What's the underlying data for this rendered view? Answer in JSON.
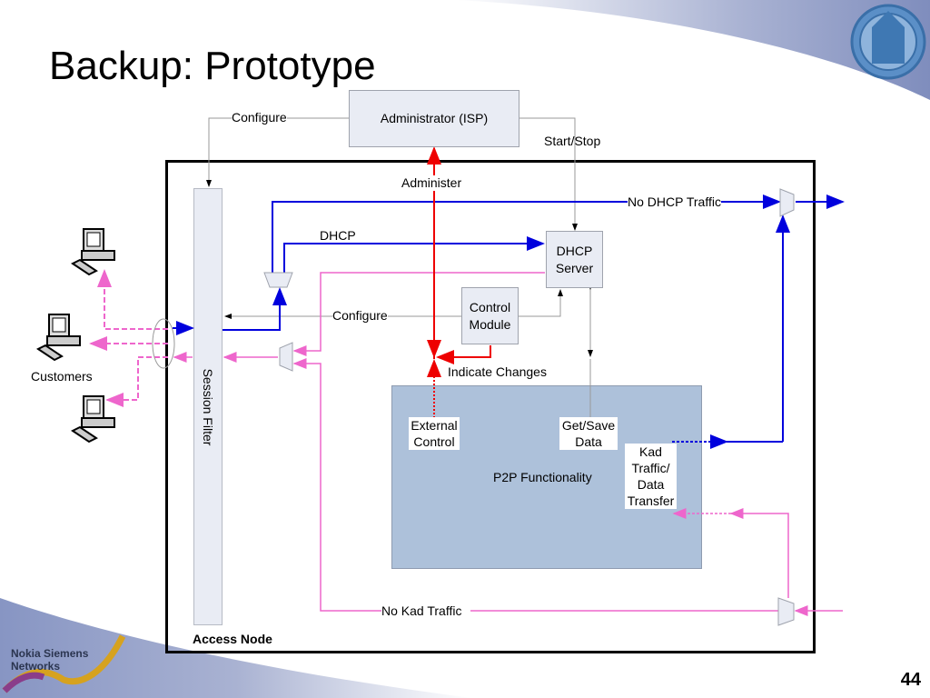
{
  "slide": {
    "title": "Backup: Prototype",
    "slide_number": "44",
    "branding": {
      "company_logo_text_line1": "Nokia Siemens",
      "company_logo_text_line2": "Networks",
      "seal_icon": "university-seal-icon",
      "accent_color": "#8a98c4"
    }
  },
  "diagram": {
    "container_label": "Access Node",
    "nodes": {
      "administrator": "Administrator (ISP)",
      "session_filter": "Session Filter",
      "dhcp_server_line1": "DHCP",
      "dhcp_server_line2": "Server",
      "control_module_line1": "Control",
      "control_module_line2": "Module",
      "p2p": "P2P Functionality",
      "external_control_line1": "External",
      "external_control_line2": "Control",
      "get_save_line1": "Get/Save",
      "get_save_line2": "Data",
      "kad_line1": "Kad",
      "kad_line2": "Traffic/",
      "kad_line3": "Data",
      "kad_line4": "Transfer",
      "customers": "Customers"
    },
    "edge_labels": {
      "configure_top": "Configure",
      "start_stop": "Start/Stop",
      "administer": "Administer",
      "no_dhcp_traffic": "No DHCP Traffic",
      "dhcp": "DHCP",
      "configure_mid": "Configure",
      "indicate_changes": "Indicate Changes",
      "no_kad_traffic": "No Kad Traffic"
    },
    "colors": {
      "dhcp_flow": "#0000dd",
      "kad_flow": "#ee66cc",
      "control_flow": "#ee0000",
      "config_flow": "#999999"
    }
  }
}
